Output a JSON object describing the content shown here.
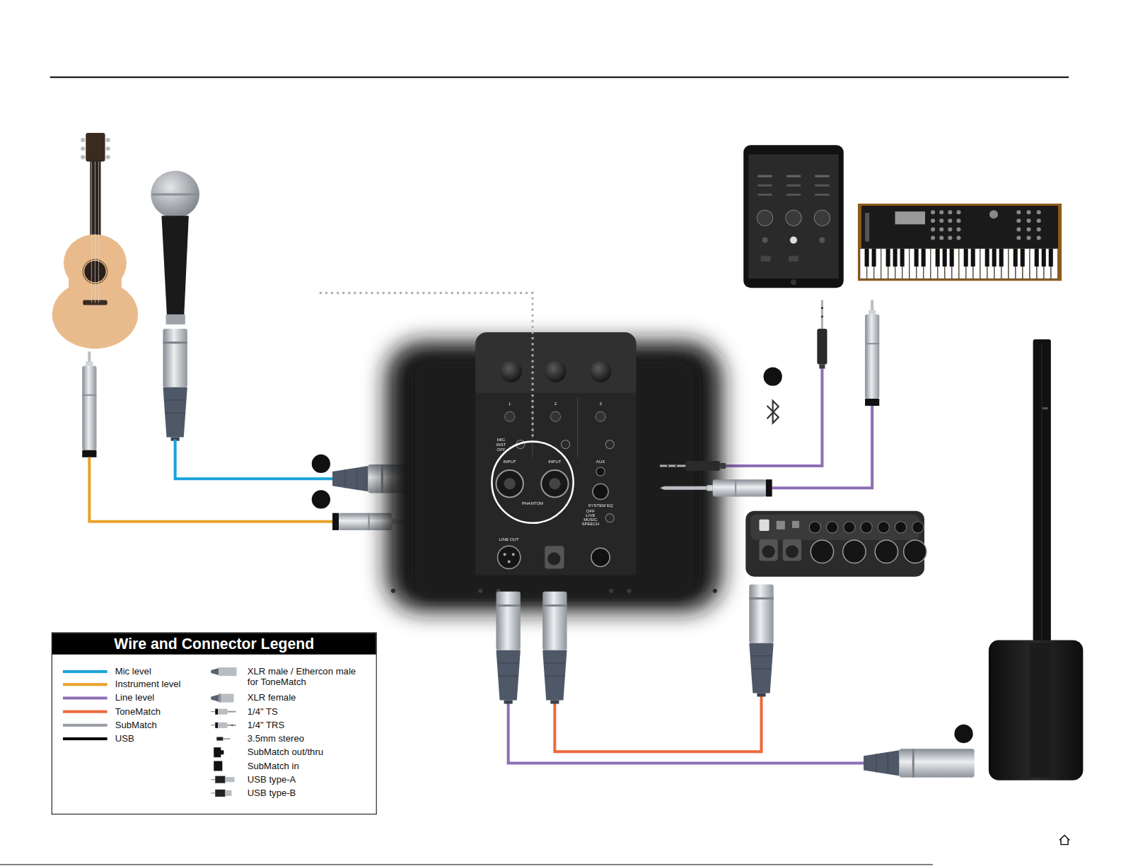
{
  "diagram": {
    "nodes": [
      {
        "text": [
          "Wire and Connector Legend"
        ]
      }
    ],
    "labels": [
      "1",
      "2",
      "3",
      "INPUT",
      "INPUT",
      "PHANTOM",
      "AUX",
      "SYSTEM EQ",
      "LINE OUT",
      "MIC",
      "INST",
      "OFF",
      "OFF",
      "LIVE",
      "MUSIC",
      "SPEECH"
    ],
    "legend": [
      {
        "text": "Mic level",
        "color": "#1aa3d9"
      },
      {
        "text": "Instrument level",
        "color": "#e8a22a"
      },
      {
        "text": "Line level",
        "color": "#8e6fb5"
      },
      {
        "text": "ToneMatch",
        "color": "#ee6a3c"
      },
      {
        "text": "SubMatch",
        "color": "#9a9ea6"
      },
      {
        "text": "USB",
        "color": "#000000"
      },
      {
        "text": "XLR male / Ethercon male for ToneMatch"
      },
      {
        "text": "XLR female"
      },
      {
        "text": "1/4\" TS"
      },
      {
        "text": "1/4\" TRS"
      },
      {
        "text": "3.5mm stereo"
      },
      {
        "text": "SubMatch out/thru"
      },
      {
        "text": "SubMatch in"
      },
      {
        "text": "USB type-A"
      },
      {
        "text": "USB type-B"
      }
    ]
  }
}
